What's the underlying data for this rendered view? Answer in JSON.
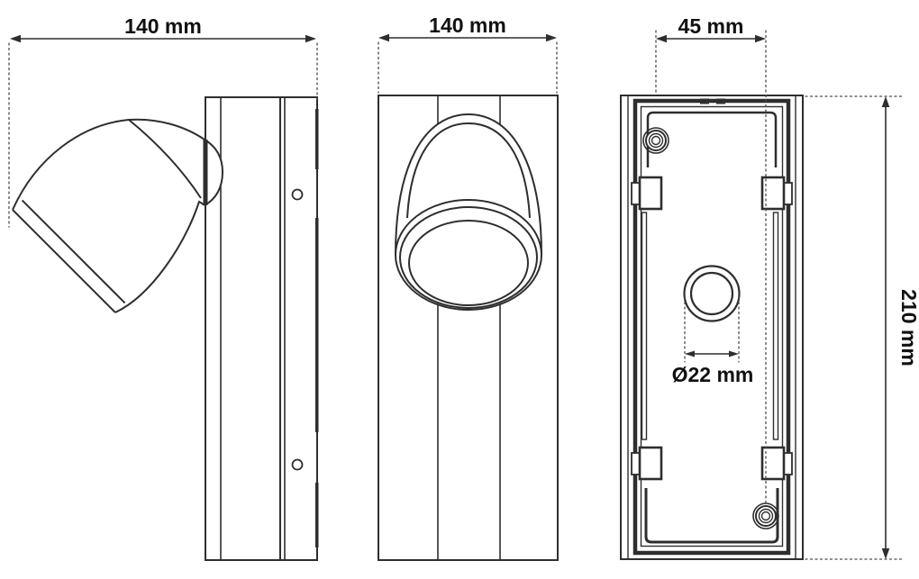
{
  "diagram": {
    "background_color": "#ffffff",
    "line_color": "#2e2e2e",
    "dash_color": "#4a4a4a",
    "text_color": "#111111",
    "dimensions": {
      "side_view_width": "140 mm",
      "front_view_width": "140 mm",
      "screw_hole_spacing": "45 mm",
      "body_height": "210 mm",
      "cable_hole_diameter": "Ø22 mm"
    }
  }
}
